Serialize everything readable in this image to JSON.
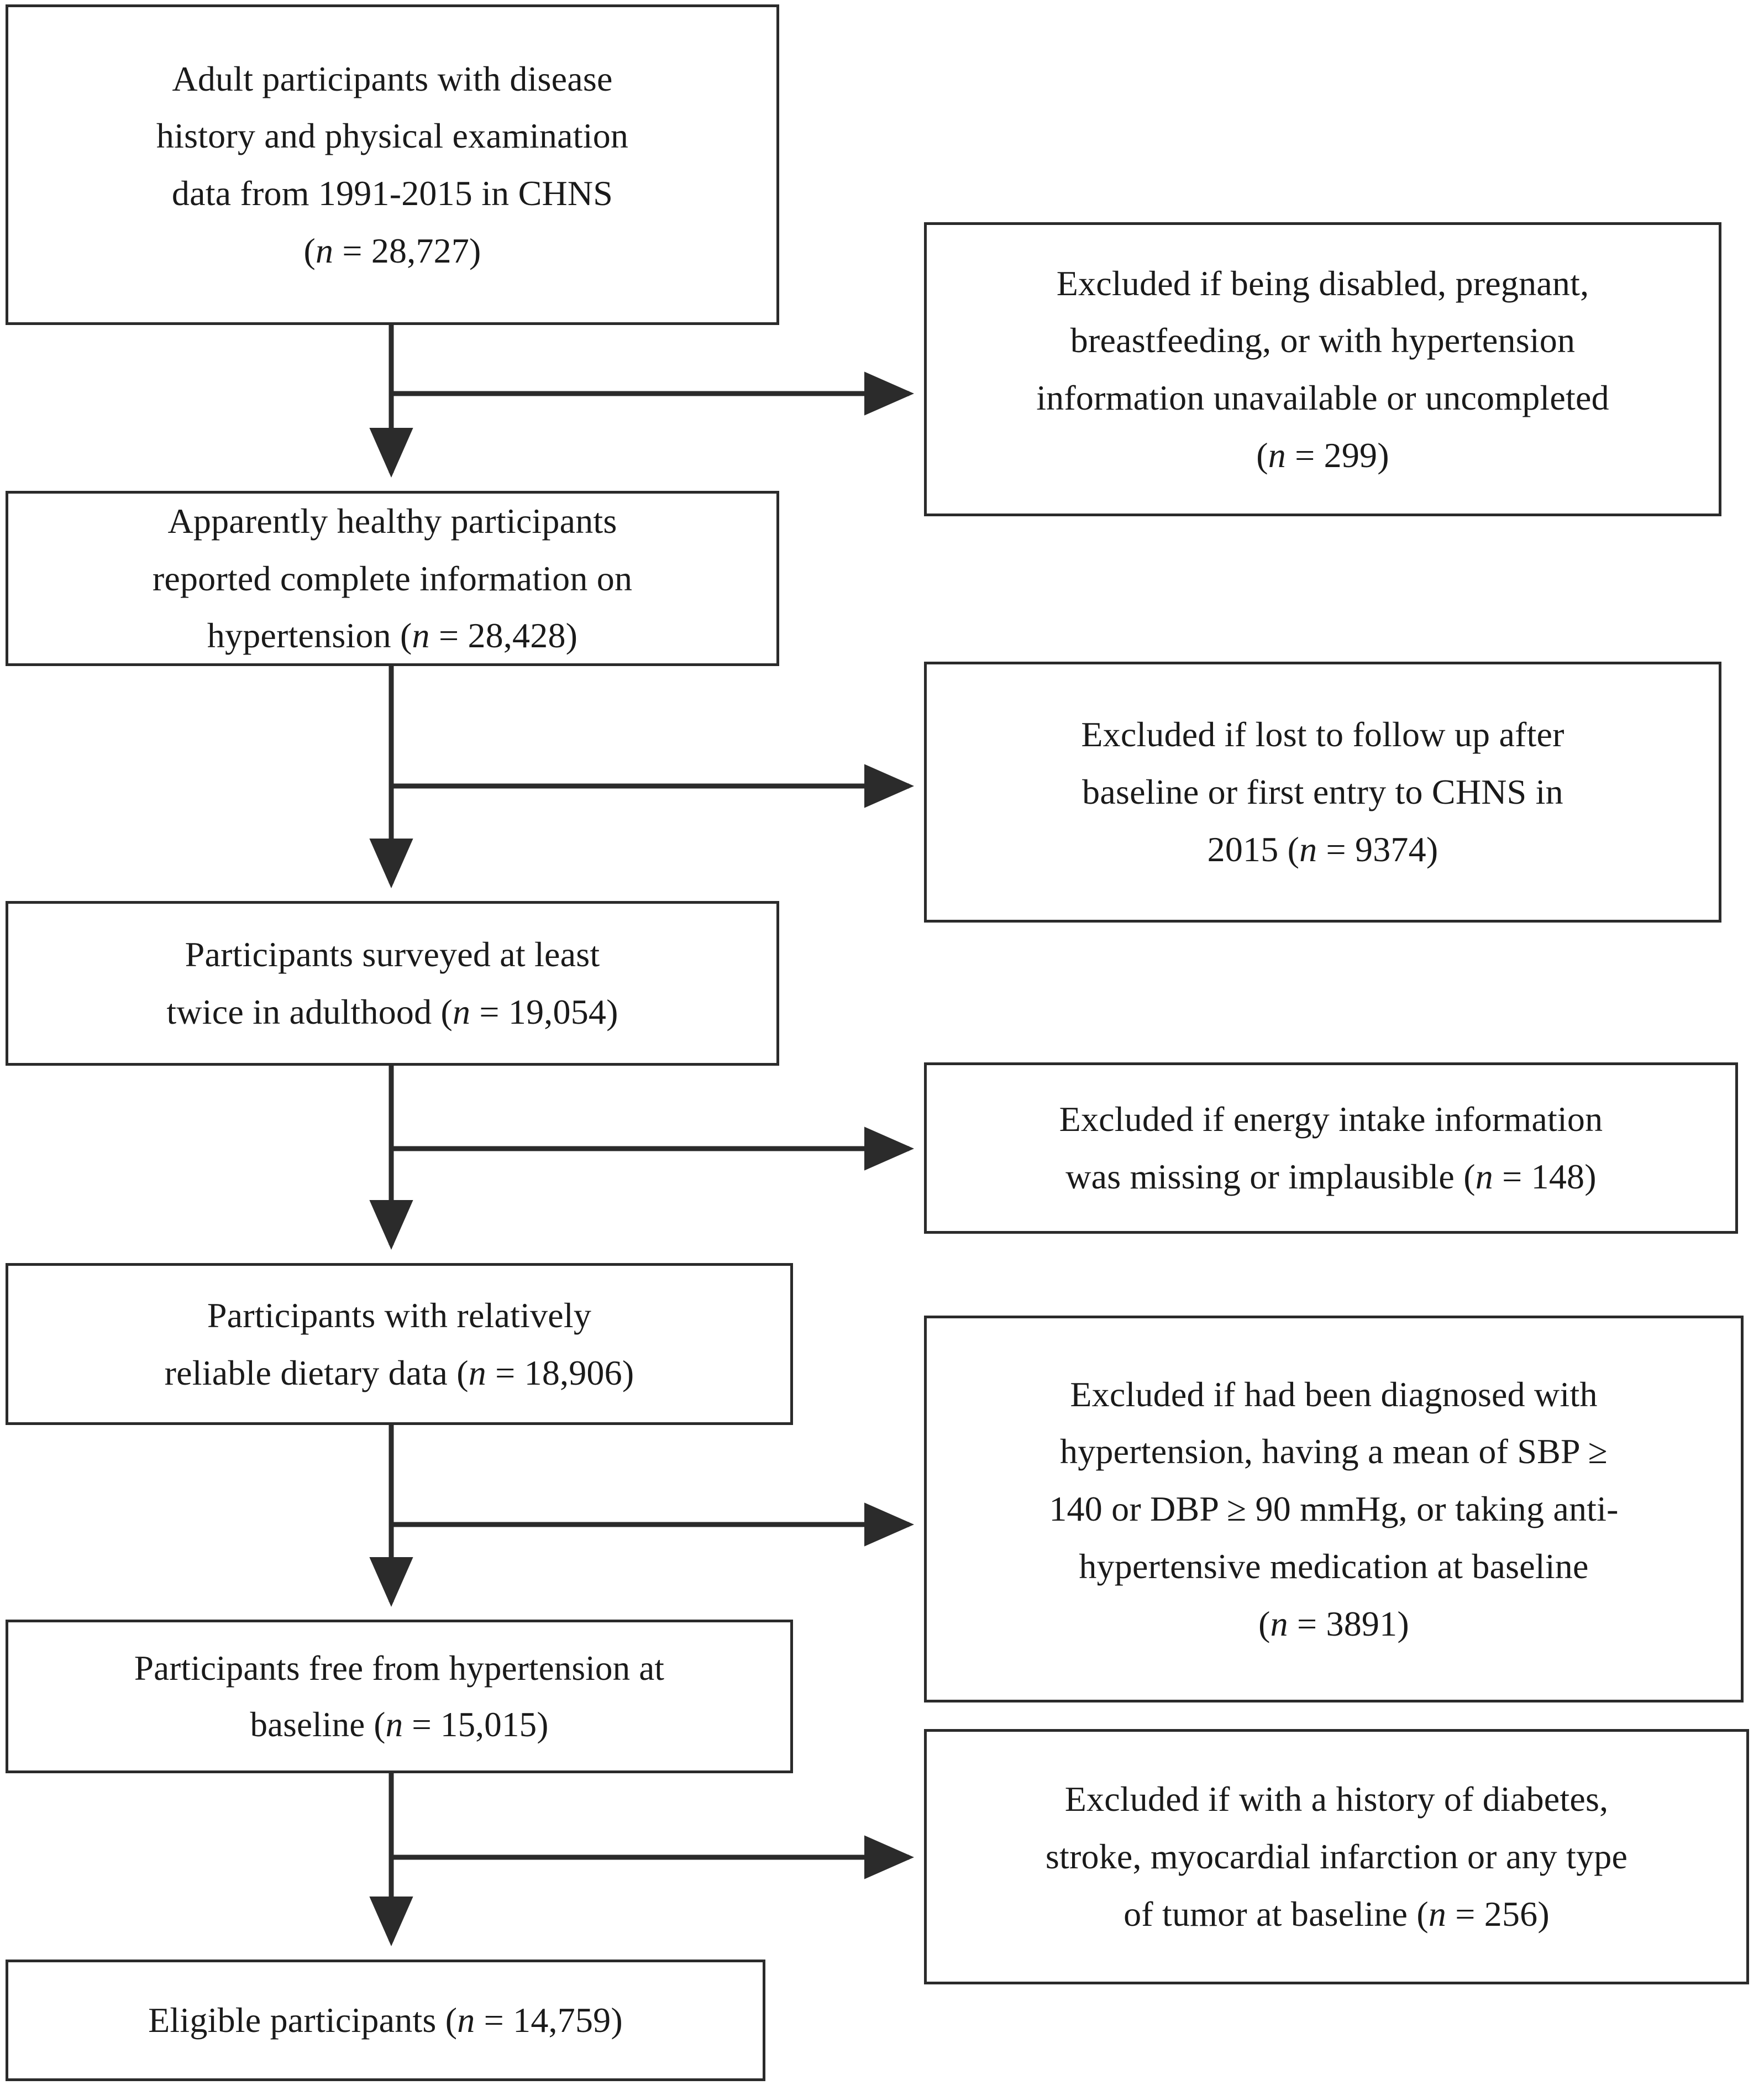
{
  "diagram": {
    "type": "participant-flow-diagram",
    "title": "Study participant selection flowchart (CHNS)",
    "colors": {
      "stroke": "#2b2b2b",
      "text": "#1a1a1a",
      "background": "#ffffff"
    },
    "flow_nodes": [
      {
        "id": "node-1",
        "role": "inclusion",
        "text": "Adult participants with disease\nhistory and physical examination\ndata from 1991-2015 in CHNS\n(n = 28,727)",
        "n": 28727
      },
      {
        "id": "node-2",
        "role": "inclusion",
        "text": "Apparently healthy participants\nreported complete information on\nhypertension (n = 28,428)",
        "n": 28428
      },
      {
        "id": "node-3",
        "role": "inclusion",
        "text": "Participants surveyed at least\ntwice in adulthood (n = 19,054)",
        "n": 19054
      },
      {
        "id": "node-4",
        "role": "inclusion",
        "text": "Participants with relatively\nreliable dietary data (n = 18,906)",
        "n": 18906
      },
      {
        "id": "node-5",
        "role": "inclusion",
        "text": "Participants free from hypertension at\nbaseline (n = 15,015)",
        "n": 15015
      },
      {
        "id": "node-6",
        "role": "final",
        "text": "Eligible participants (n = 14,759)",
        "n": 14759
      }
    ],
    "exclusion_nodes": [
      {
        "id": "excl-1",
        "role": "exclusion",
        "text": "Excluded if being disabled, pregnant,\nbreastfeeding, or with hypertension\ninformation unavailable or uncompleted\n(n = 299)",
        "n": 299
      },
      {
        "id": "excl-2",
        "role": "exclusion",
        "text": "Excluded if lost to follow up after\nbaseline or first entry to CHNS in\n2015 (n = 9374)",
        "n": 9374
      },
      {
        "id": "excl-3",
        "role": "exclusion",
        "text": "Excluded if energy intake information\nwas missing or implausible (n = 148)",
        "n": 148
      },
      {
        "id": "excl-4",
        "role": "exclusion",
        "text": "Excluded if had been diagnosed with\nhypertension, having a mean of SBP ≥\n140 or DBP ≥ 90 mmHg, or taking anti-\nhypertensive medication at baseline\n(n = 3891)",
        "n": 3891
      },
      {
        "id": "excl-5",
        "role": "exclusion",
        "text": "Excluded if with a history of diabetes,\nstroke, myocardial infarction or any type\nof tumor at baseline (n = 256)",
        "n": 256
      }
    ]
  }
}
